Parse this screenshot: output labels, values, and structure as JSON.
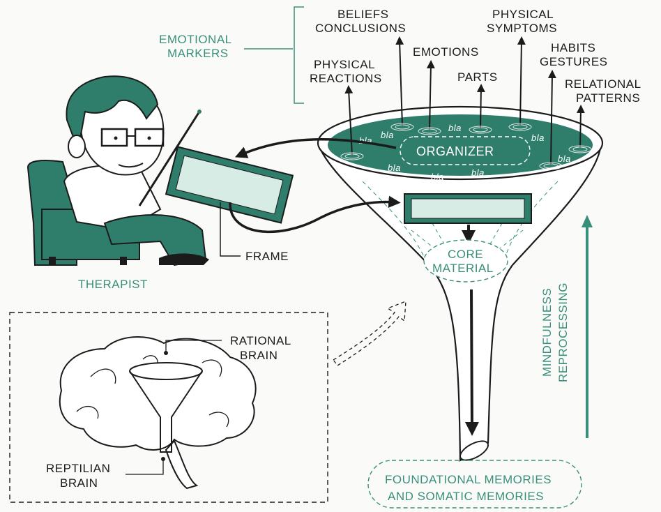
{
  "emotional_markers": {
    "line1": "EMOTIONAL",
    "line2": "MARKERS"
  },
  "markers": {
    "beliefs": {
      "line1": "BELIEFS",
      "line2": "CONCLUSIONS"
    },
    "physical_symptoms": {
      "line1": "PHYSICAL",
      "line2": "SYMPTOMS"
    },
    "emotions": {
      "line1": "EMOTIONS"
    },
    "habits": {
      "line1": "HABITS",
      "line2": "GESTURES"
    },
    "physical_reactions": {
      "line1": "PHYSICAL",
      "line2": "REACTIONS"
    },
    "parts": {
      "line1": "PARTS"
    },
    "relational_patterns": {
      "line1": "RELATIONAL",
      "line2": "PATTERNS"
    }
  },
  "organizer": "ORGANIZER",
  "bla": "bla",
  "frame_label": "FRAME",
  "therapist_label": "THERAPIST",
  "core_material": {
    "line1": "CORE",
    "line2": "MATERIAL"
  },
  "mindfulness": {
    "line1": "MINDFULNESS",
    "line2": "REPROCESSING"
  },
  "foundational": {
    "line1": "FOUNDATIONAL MEMORIES",
    "line2": "AND SOMATIC MEMORIES"
  },
  "rational_brain": {
    "line1": "RATIONAL",
    "line2": "BRAIN"
  },
  "reptilian_brain": {
    "line1": "REPTILIAN",
    "line2": "BRAIN"
  },
  "colors": {
    "teal": "#3a8f7a",
    "ink": "#1b1b1b",
    "pool": "#2f7d6b"
  }
}
